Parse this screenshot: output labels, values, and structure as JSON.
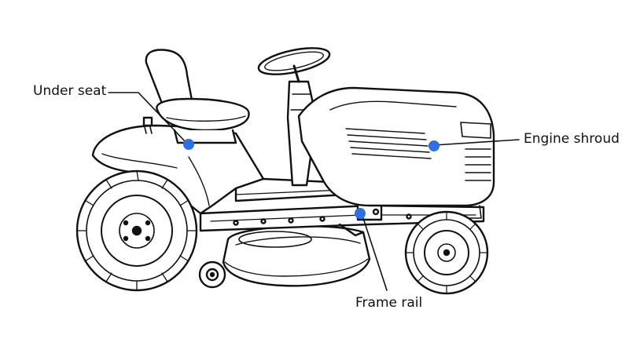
{
  "callouts": [
    {
      "label": "Under seat"
    },
    {
      "label": "Engine shroud"
    },
    {
      "label": "Frame rail"
    }
  ],
  "colors": {
    "marker": "#2f6fe4",
    "ink": "#111111",
    "background": "#ffffff"
  }
}
